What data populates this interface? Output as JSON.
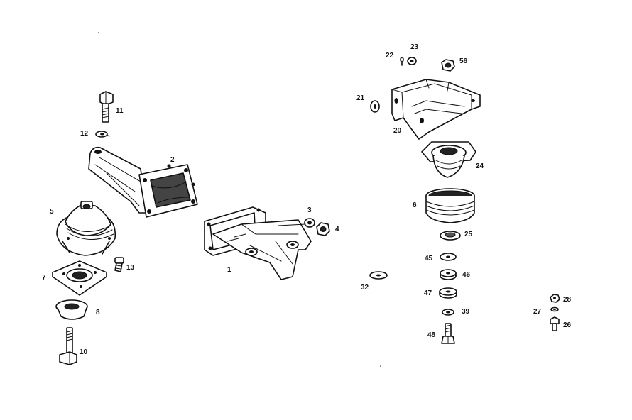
{
  "diagram": {
    "colors": {
      "line": "#111111",
      "background": "#ffffff",
      "shade": "#222222"
    },
    "callouts": {
      "p1": "1",
      "p2": "2",
      "p3": "3",
      "p4": "4",
      "p5": "5",
      "p6": "6",
      "p7": "7",
      "p8": "8",
      "p10": "10",
      "p11": "11",
      "p12": "12",
      "p13": "13",
      "p20": "20",
      "p21": "21",
      "p22": "22",
      "p23": "23",
      "p24": "24",
      "p25": "25",
      "p26": "26",
      "p27": "27",
      "p28": "28",
      "p32": "32",
      "p39": "39",
      "p45": "45",
      "p46": "46",
      "p47": "47",
      "p48": "48",
      "p56": "56"
    }
  }
}
